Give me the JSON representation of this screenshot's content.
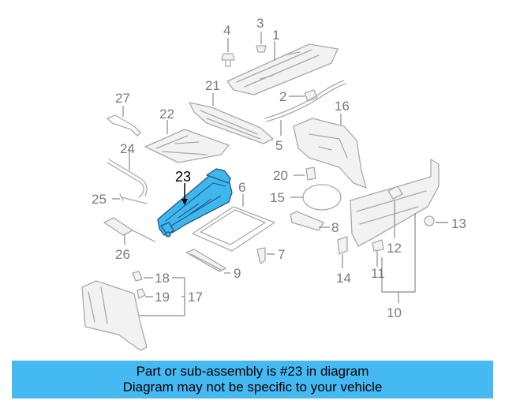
{
  "diagram": {
    "highlighted_callout": "23",
    "highlight_color": "#3fb6ee",
    "callouts": [
      "1",
      "2",
      "3",
      "4",
      "5",
      "6",
      "7",
      "8",
      "9",
      "10",
      "11",
      "12",
      "13",
      "14",
      "15",
      "16",
      "17",
      "18",
      "19",
      "20",
      "21",
      "22",
      "24",
      "25",
      "26",
      "27"
    ]
  },
  "banner": {
    "background": "#45b9f1",
    "line1": "Part or sub-assembly is #23 in diagram",
    "line2": "Diagram may not be specific to your vehicle"
  }
}
